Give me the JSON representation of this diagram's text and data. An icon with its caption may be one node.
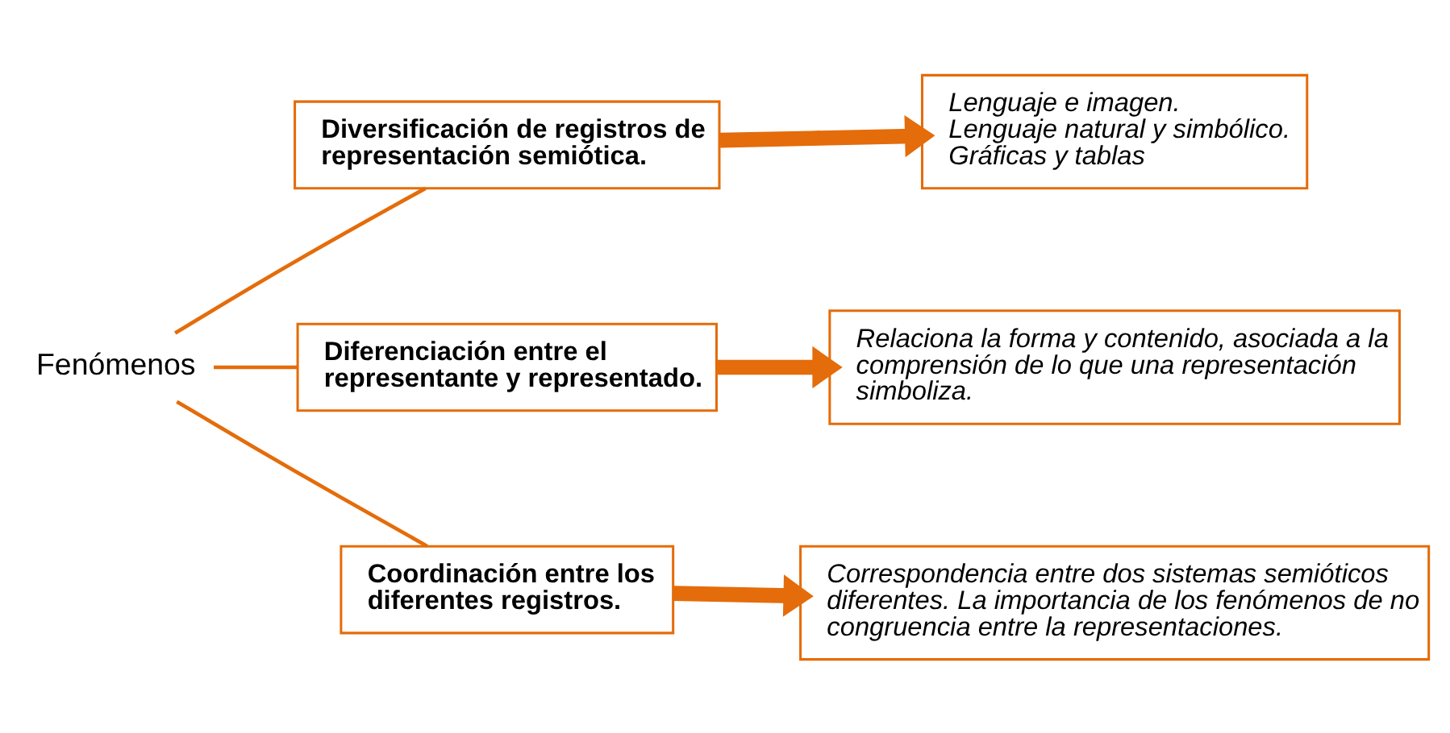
{
  "diagram": {
    "nodes": [
      {
        "text": [
          "Fenómenos"
        ]
      },
      {
        "text": [
          "Diversificación de registros de representación semiótica."
        ]
      },
      {
        "text": [
          "Lenguaje e imagen.",
          "Lenguaje natural y simbólico.",
          "Gráficas y tablas"
        ]
      },
      {
        "text": [
          "Diferenciación entre el representante y representado."
        ]
      },
      {
        "text": [
          "Relaciona la forma y contenido, asociada a la comprensión de lo que una representación simboliza."
        ]
      },
      {
        "text": [
          "Coordinación entre los diferentes registros."
        ]
      },
      {
        "text": [
          "Correspondencia entre dos sistemas semióticos diferentes. La importancia de los fenómenos de no congruencia entre la representaciones."
        ]
      }
    ],
    "edges": [
      {
        "from": 0,
        "to": 1,
        "arrow": "none"
      },
      {
        "from": 0,
        "to": 3,
        "arrow": "none"
      },
      {
        "from": 0,
        "to": 5,
        "arrow": "none"
      },
      {
        "from": 1,
        "to": 2,
        "arrow": "to",
        "style": "thick"
      },
      {
        "from": 3,
        "to": 4,
        "arrow": "to",
        "style": "thick"
      },
      {
        "from": 5,
        "to": 6,
        "arrow": "to",
        "style": "thick"
      }
    ]
  }
}
